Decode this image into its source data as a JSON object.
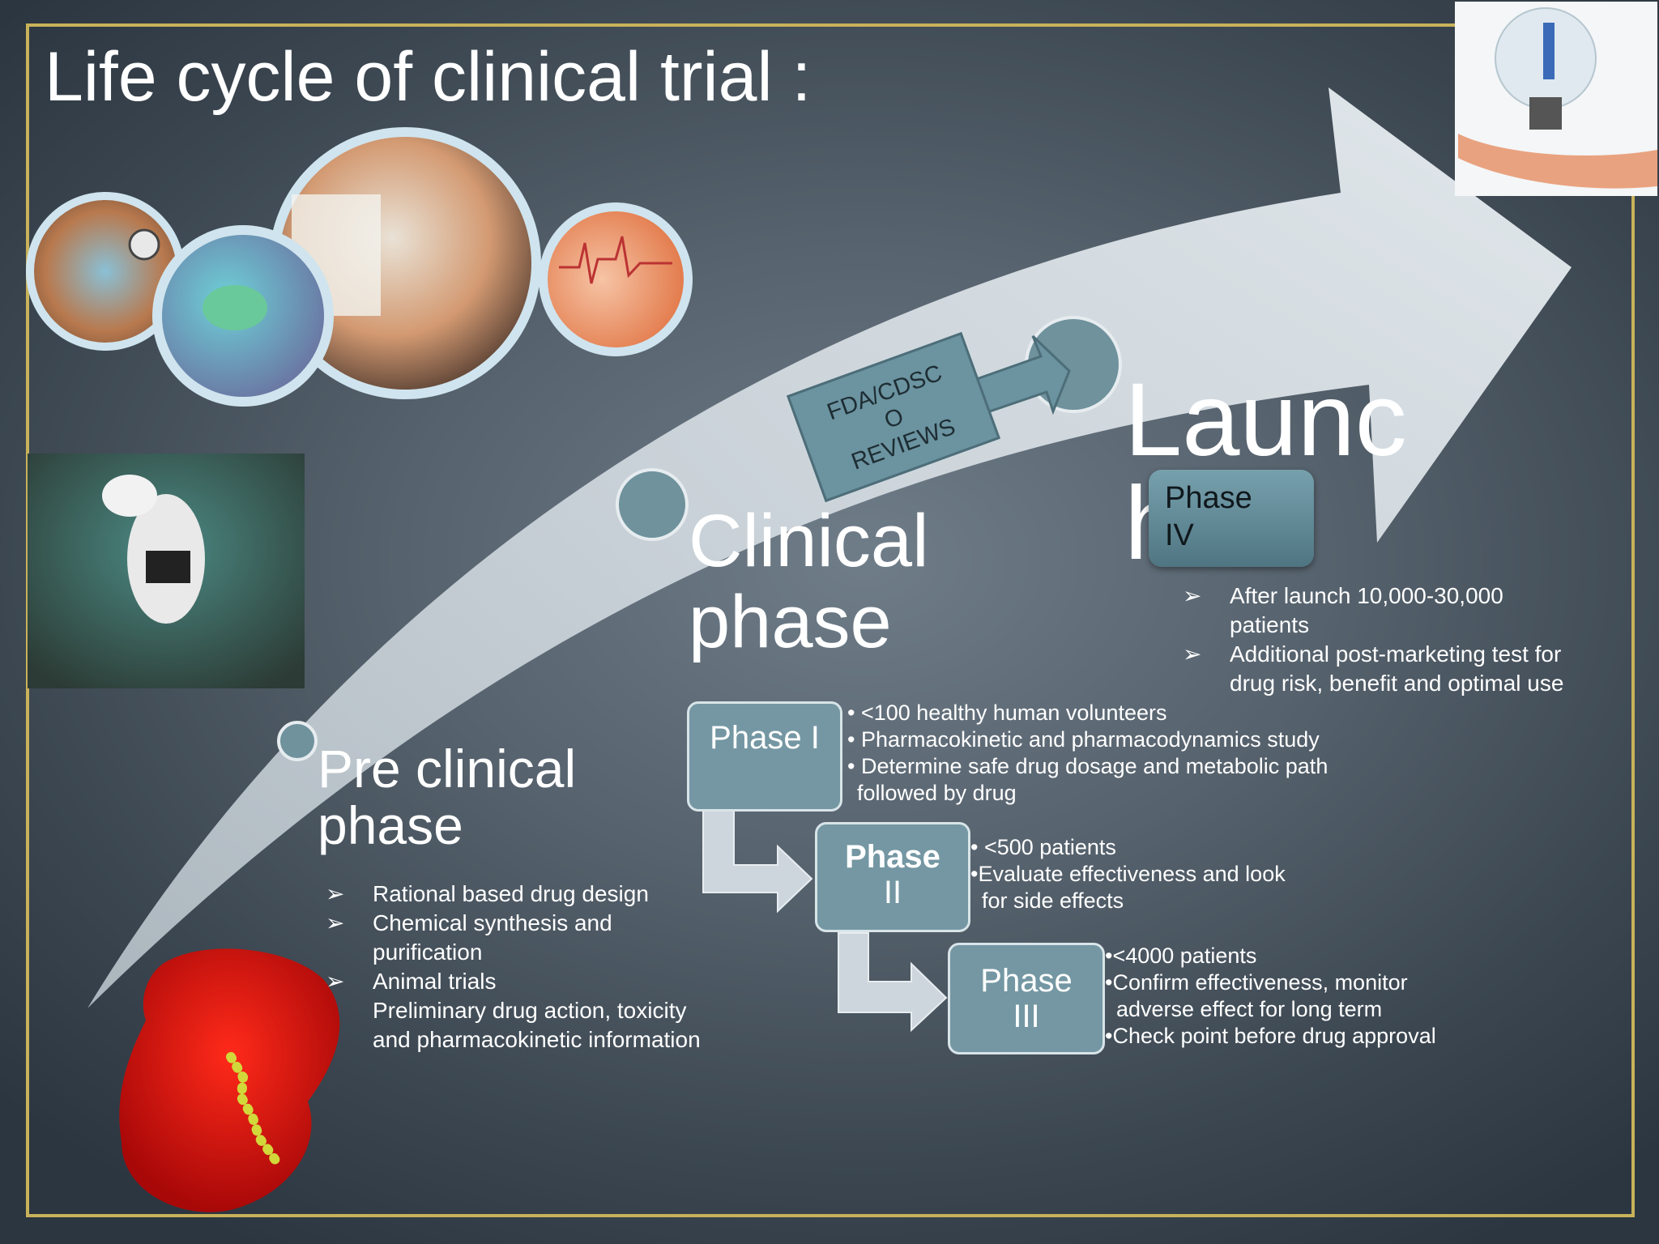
{
  "slide": {
    "title": "Life cycle of clinical trial :",
    "colors": {
      "accent_border": "#c8b25a",
      "arrow": "#d7dfe4",
      "node": "#6f929d",
      "box": "#7497a3"
    }
  },
  "stages": {
    "preclinical": {
      "label_line1": "Pre clinical",
      "label_line2": "phase"
    },
    "clinical": {
      "label_line1": "Clinical",
      "label_line2": "phase"
    },
    "launch": {
      "label_line1": "Launc",
      "label_line2": "h"
    }
  },
  "review_box": {
    "line1": "FDA/CDSC",
    "line2": "O",
    "line3": "REVIEWS"
  },
  "preclinical_bullets": {
    "marker": "➢",
    "item1": "Rational based drug design",
    "item2_line1": "Chemical synthesis and",
    "item2_line2": "purification",
    "item3": "Animal trials",
    "item4_line1": "Preliminary drug action,  toxicity",
    "item4_line2": "and pharmacokinetic information"
  },
  "phase1": {
    "label": "Phase I",
    "b1": "<100 healthy human volunteers",
    "b2": "Pharmacokinetic and pharmacodynamics study",
    "b3_line1": "Determine safe drug dosage and metabolic path",
    "b3_line2": "followed by drug"
  },
  "phase2": {
    "label_line1": "Phase",
    "label_line2": "II",
    "b1": "<500 patients",
    "b2_line1": "Evaluate effectiveness and look",
    "b2_line2": "for side effects"
  },
  "phase3": {
    "label_line1": "Phase",
    "label_line2": "III",
    "b1": "<4000 patients",
    "b2_line1": "Confirm effectiveness, monitor",
    "b2_line2": "adverse effect for long term",
    "b3": "Check point before drug approval"
  },
  "phase4": {
    "label_line1": "Phase",
    "label_line2": "IV",
    "marker": "➢",
    "b1_line1": "After launch 10,000-30,000",
    "b1_line2": "patients",
    "b2_line1": "Additional post-marketing test for",
    "b2_line2": "drug risk, benefit and optimal use"
  },
  "bullet_dot": "•",
  "images": [
    "bp-cuff-photo",
    "cells-micrograph-photo",
    "researcher-photo",
    "ecg-photo",
    "lab-rat-photo",
    "protein-molecule-image",
    "lightbulb-hand-photo"
  ]
}
